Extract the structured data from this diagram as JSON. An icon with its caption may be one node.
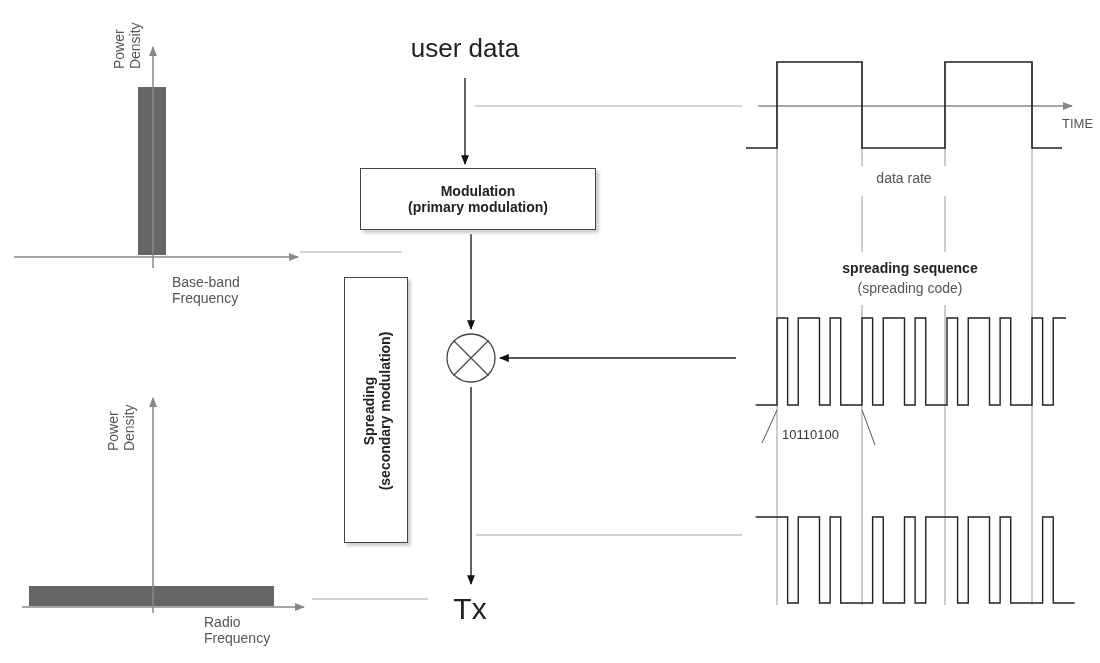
{
  "diagram": {
    "nodes": [
      {
        "text": [
          "user data"
        ]
      },
      {
        "text": [
          "Modulation",
          "(primary modulation)"
        ]
      },
      {
        "text": [],
        "shape": "circle"
      },
      {
        "text": [
          "Tx"
        ]
      },
      {
        "text": [
          "Spreading",
          "(secondary modulation)"
        ]
      },
      {
        "text": [],
        "shape": "picture"
      }
    ],
    "edges": [
      {
        "from": 0,
        "to": 1,
        "arrow": "to"
      },
      {
        "from": 1,
        "to": 2,
        "arrow": "to"
      },
      {
        "from": 5,
        "to": 2,
        "arrow": "to"
      },
      {
        "from": 2,
        "to": 3,
        "arrow": "to"
      }
    ],
    "labels": [
      "Power Density",
      "Base-band Frequency",
      "TIME",
      "data rate",
      "spreading sequence",
      "(spreading code)",
      "10110100",
      "Power Density",
      "Radio Frequency"
    ]
  }
}
